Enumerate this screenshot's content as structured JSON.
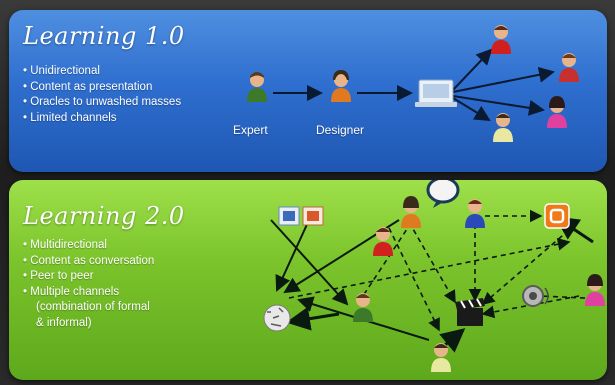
{
  "learning_1": {
    "title": "Learning 1.0",
    "bullets": [
      "Unidirectional",
      "Content as presentation",
      "Oracles to unwashed masses",
      "Limited channels"
    ],
    "expert_label": "Expert",
    "designer_label": "Designer"
  },
  "learning_2": {
    "title": "Learning 2.0",
    "bullets": [
      "Multidirectional",
      "Content as conversation",
      "Peer to peer",
      "Multiple channels"
    ],
    "bullet_continuation": [
      "(combination of formal",
      "& informal)"
    ]
  },
  "colors": {
    "panel_1": "#2f6fcf",
    "panel_2": "#7cc42c"
  },
  "icons": [
    "person-icon",
    "document-icon",
    "speech-bubble-icon",
    "blogger-icon",
    "speaker-icon",
    "wikipedia-icon",
    "clapperboard-icon"
  ]
}
